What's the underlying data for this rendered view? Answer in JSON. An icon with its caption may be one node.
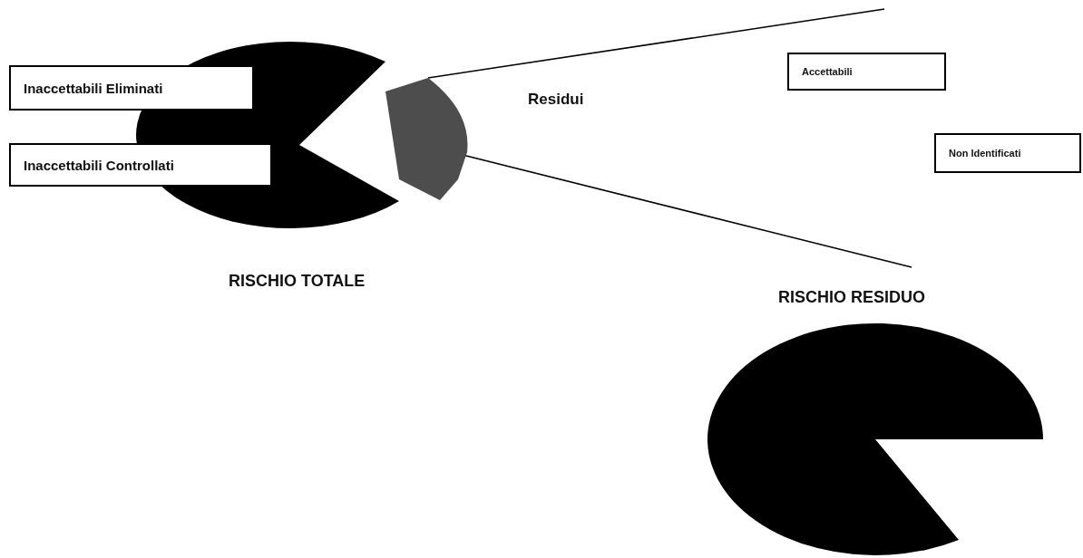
{
  "diagram": {
    "nodes": [
      {
        "text": [
          "Inaccettabili Eliminati"
        ]
      },
      {
        "text": [
          "Inaccettabili Controllati"
        ]
      },
      {
        "text": [],
        "shape": "wedge"
      },
      {
        "text": [
          "Accettabili"
        ]
      },
      {
        "text": [
          "Non Identificati"
        ]
      }
    ],
    "edges": [
      {
        "from": 2,
        "to": null,
        "arrow": "none"
      },
      {
        "from": 2,
        "to": null,
        "arrow": "none"
      }
    ],
    "labels": [
      "Residui",
      "RISCHIO TOTALE",
      "RISCHIO RESIDUO"
    ]
  }
}
